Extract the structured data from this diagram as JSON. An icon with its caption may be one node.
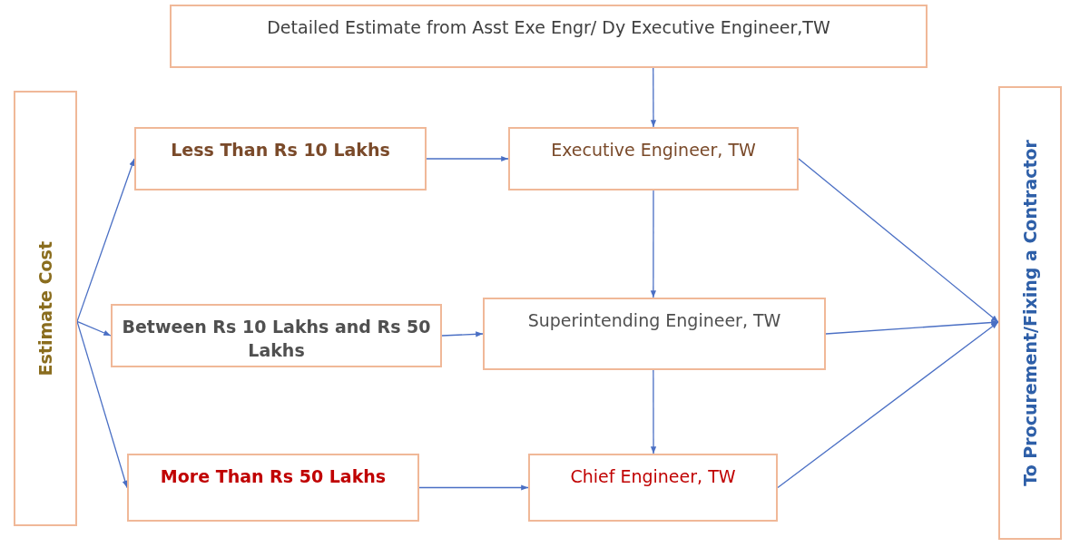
{
  "diagram": {
    "nodes": [
      {
        "text": [
          "Detailed Estimate from Asst Exe Engr/ Dy Executive Engineer,TW"
        ]
      },
      {
        "text": [
          "Estimate Cost"
        ]
      },
      {
        "text": [
          "Less Than Rs 10 Lakhs"
        ]
      },
      {
        "text": [
          "Executive Engineer, TW"
        ]
      },
      {
        "text": [
          "Between Rs 10 Lakhs and Rs 50 Lakhs"
        ]
      },
      {
        "text": [
          "Superintending Engineer, TW"
        ]
      },
      {
        "text": [
          "More Than Rs 50 Lakhs"
        ]
      },
      {
        "text": [
          "Chief Engineer, TW"
        ]
      },
      {
        "text": [
          "To Procurement/Fixing a Contractor"
        ]
      }
    ],
    "edges": [
      {
        "from": 0,
        "to": 3,
        "arrow": "to"
      },
      {
        "from": 1,
        "to": 2,
        "arrow": "to"
      },
      {
        "from": 1,
        "to": 4,
        "arrow": "to"
      },
      {
        "from": 1,
        "to": 6,
        "arrow": "to"
      },
      {
        "from": 2,
        "to": 3,
        "arrow": "to"
      },
      {
        "from": 4,
        "to": 5,
        "arrow": "to"
      },
      {
        "from": 6,
        "to": 7,
        "arrow": "to"
      },
      {
        "from": 3,
        "to": 5,
        "arrow": "to"
      },
      {
        "from": 5,
        "to": 7,
        "arrow": "to"
      },
      {
        "from": 3,
        "to": 8,
        "arrow": "to"
      },
      {
        "from": 5,
        "to": 8,
        "arrow": "to"
      },
      {
        "from": 7,
        "to": 8,
        "arrow": "to"
      }
    ]
  }
}
